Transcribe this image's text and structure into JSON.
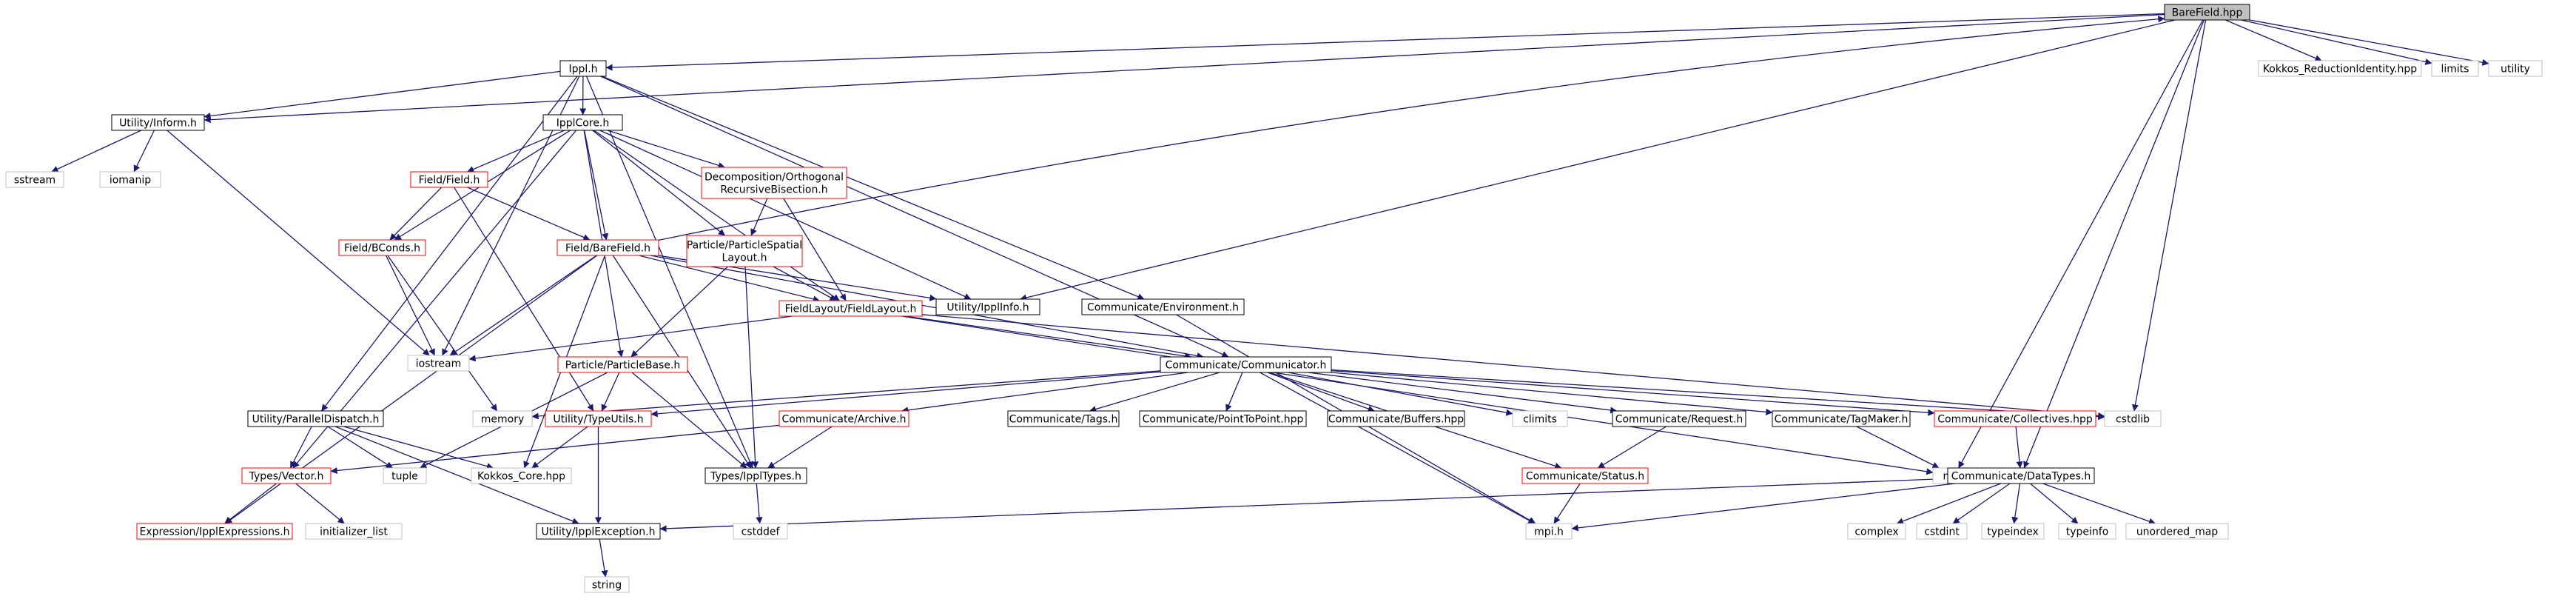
{
  "title": "BareField.hpp",
  "colors": {
    "edge": "#191970",
    "border_documented": "#000000",
    "border_truncated": "#ff0000",
    "border_external": "#bfbfbf",
    "root_fill": "#bfbfbf",
    "fill": "#ffffff"
  },
  "nodes": [
    {
      "id": "barefield_hpp",
      "label": "BareField.hpp",
      "kind": "root"
    },
    {
      "id": "ippl_h",
      "label": "Ippl.h",
      "kind": "documented"
    },
    {
      "id": "kokkos_reductionidentity",
      "label": "Kokkos_ReductionIdentity.hpp",
      "kind": "external"
    },
    {
      "id": "limits",
      "label": "limits",
      "kind": "external"
    },
    {
      "id": "utility",
      "label": "utility",
      "kind": "external"
    },
    {
      "id": "utility_inform",
      "label": "Utility/Inform.h",
      "kind": "documented"
    },
    {
      "id": "ipplcore",
      "label": "IpplCore.h",
      "kind": "documented"
    },
    {
      "id": "sstream",
      "label": "sstream",
      "kind": "external"
    },
    {
      "id": "iomanip",
      "label": "iomanip",
      "kind": "external"
    },
    {
      "id": "field_field",
      "label": "Field/Field.h",
      "kind": "truncated"
    },
    {
      "id": "decomp_orb",
      "label": "Decomposition/Orthogonal\nRecursiveBisection.h",
      "kind": "truncated"
    },
    {
      "id": "field_bconds",
      "label": "Field/BConds.h",
      "kind": "truncated"
    },
    {
      "id": "field_barefield",
      "label": "Field/BareField.h",
      "kind": "truncated"
    },
    {
      "id": "particle_spatial",
      "label": "Particle/ParticleSpatial\nLayout.h",
      "kind": "truncated"
    },
    {
      "id": "utility_ipplinfo",
      "label": "Utility/IpplInfo.h",
      "kind": "documented"
    },
    {
      "id": "comm_environment",
      "label": "Communicate/Environment.h",
      "kind": "documented"
    },
    {
      "id": "fieldlayout",
      "label": "FieldLayout/FieldLayout.h",
      "kind": "truncated"
    },
    {
      "id": "iostream",
      "label": "iostream",
      "kind": "external"
    },
    {
      "id": "comm_communicator",
      "label": "Communicate/Communicator.h",
      "kind": "documented"
    },
    {
      "id": "particle_base",
      "label": "Particle/ParticleBase.h",
      "kind": "truncated"
    },
    {
      "id": "memory",
      "label": "memory",
      "kind": "external"
    },
    {
      "id": "utility_parallel",
      "label": "Utility/ParallelDispatch.h",
      "kind": "documented"
    },
    {
      "id": "utility_typeutils",
      "label": "Utility/TypeUtils.h",
      "kind": "truncated"
    },
    {
      "id": "comm_archive",
      "label": "Communicate/Archive.h",
      "kind": "truncated"
    },
    {
      "id": "comm_tags",
      "label": "Communicate/Tags.h",
      "kind": "documented"
    },
    {
      "id": "comm_p2p",
      "label": "Communicate/PointToPoint.hpp",
      "kind": "documented"
    },
    {
      "id": "comm_buffers",
      "label": "Communicate/Buffers.hpp",
      "kind": "documented"
    },
    {
      "id": "climits",
      "label": "climits",
      "kind": "external"
    },
    {
      "id": "comm_request",
      "label": "Communicate/Request.h",
      "kind": "documented"
    },
    {
      "id": "comm_tagmaker",
      "label": "Communicate/TagMaker.h",
      "kind": "documented"
    },
    {
      "id": "comm_collectives",
      "label": "Communicate/Collectives.hpp",
      "kind": "truncated"
    },
    {
      "id": "cstdlib",
      "label": "cstdlib",
      "kind": "external"
    },
    {
      "id": "types_vector",
      "label": "Types/Vector.h",
      "kind": "truncated"
    },
    {
      "id": "tuple",
      "label": "tuple",
      "kind": "external"
    },
    {
      "id": "kokkos_core",
      "label": "Kokkos_Core.hpp",
      "kind": "external"
    },
    {
      "id": "types_ippltypes",
      "label": "Types/IpplTypes.h",
      "kind": "documented"
    },
    {
      "id": "comm_status",
      "label": "Communicate/Status.h",
      "kind": "truncated"
    },
    {
      "id": "map",
      "label": "map",
      "kind": "external"
    },
    {
      "id": "comm_datatypes",
      "label": "Communicate/DataTypes.h",
      "kind": "documented"
    },
    {
      "id": "expression",
      "label": "Expression/IpplExpressions.h",
      "kind": "truncated"
    },
    {
      "id": "initializer_list",
      "label": "initializer_list",
      "kind": "external"
    },
    {
      "id": "utility_exception",
      "label": "Utility/IpplException.h",
      "kind": "documented"
    },
    {
      "id": "cstddef",
      "label": "cstddef",
      "kind": "external"
    },
    {
      "id": "mpi_h",
      "label": "mpi.h",
      "kind": "external"
    },
    {
      "id": "complex",
      "label": "complex",
      "kind": "external"
    },
    {
      "id": "cstdint",
      "label": "cstdint",
      "kind": "external"
    },
    {
      "id": "typeindex",
      "label": "typeindex",
      "kind": "external"
    },
    {
      "id": "typeinfo",
      "label": "typeinfo",
      "kind": "external"
    },
    {
      "id": "unordered_map",
      "label": "unordered_map",
      "kind": "external"
    },
    {
      "id": "string",
      "label": "string",
      "kind": "external"
    }
  ],
  "edges": [
    [
      "barefield_hpp",
      "ippl_h"
    ],
    [
      "barefield_hpp",
      "kokkos_reductionidentity"
    ],
    [
      "barefield_hpp",
      "limits"
    ],
    [
      "barefield_hpp",
      "utility"
    ],
    [
      "barefield_hpp",
      "utility_inform"
    ],
    [
      "barefield_hpp",
      "utility_ipplinfo"
    ],
    [
      "barefield_hpp",
      "cstdlib"
    ],
    [
      "barefield_hpp",
      "map"
    ],
    [
      "barefield_hpp",
      "comm_datatypes"
    ],
    [
      "ippl_h",
      "utility_inform"
    ],
    [
      "ippl_h",
      "ipplcore"
    ],
    [
      "ippl_h",
      "iostream"
    ],
    [
      "ippl_h",
      "utility_parallel"
    ],
    [
      "ippl_h",
      "types_ippltypes"
    ],
    [
      "ippl_h",
      "comm_environment"
    ],
    [
      "ippl_h",
      "comm_communicator"
    ],
    [
      "utility_inform",
      "sstream"
    ],
    [
      "utility_inform",
      "iomanip"
    ],
    [
      "utility_inform",
      "iostream"
    ],
    [
      "ipplcore",
      "field_field"
    ],
    [
      "ipplcore",
      "decomp_orb"
    ],
    [
      "ipplcore",
      "field_bconds"
    ],
    [
      "ipplcore",
      "field_barefield"
    ],
    [
      "ipplcore",
      "particle_spatial"
    ],
    [
      "ipplcore",
      "utility_ipplinfo"
    ],
    [
      "ipplcore",
      "fieldlayout"
    ],
    [
      "ipplcore",
      "particle_base"
    ],
    [
      "ipplcore",
      "types_vector"
    ],
    [
      "field_field",
      "field_bconds"
    ],
    [
      "field_field",
      "field_barefield"
    ],
    [
      "field_field",
      "utility_typeutils"
    ],
    [
      "field_bconds",
      "iostream"
    ],
    [
      "field_bconds",
      "memory"
    ],
    [
      "decomp_orb",
      "particle_spatial"
    ],
    [
      "decomp_orb",
      "fieldlayout"
    ],
    [
      "field_barefield",
      "barefield_hpp"
    ],
    [
      "field_barefield",
      "fieldlayout"
    ],
    [
      "field_barefield",
      "utility_ipplinfo"
    ],
    [
      "field_barefield",
      "iostream"
    ],
    [
      "field_barefield",
      "comm_communicator"
    ],
    [
      "field_barefield",
      "kokkos_core"
    ],
    [
      "field_barefield",
      "types_ippltypes"
    ],
    [
      "field_barefield",
      "expression"
    ],
    [
      "particle_spatial",
      "fieldlayout"
    ],
    [
      "particle_spatial",
      "particle_base"
    ],
    [
      "particle_spatial",
      "types_ippltypes"
    ],
    [
      "fieldlayout",
      "iostream"
    ],
    [
      "fieldlayout",
      "comm_communicator"
    ],
    [
      "fieldlayout",
      "cstdlib"
    ],
    [
      "fieldlayout",
      "map"
    ],
    [
      "comm_environment",
      "mpi_h"
    ],
    [
      "comm_communicator",
      "memory"
    ],
    [
      "comm_communicator",
      "utility_typeutils"
    ],
    [
      "comm_communicator",
      "comm_archive"
    ],
    [
      "comm_communicator",
      "comm_tags"
    ],
    [
      "comm_communicator",
      "comm_p2p"
    ],
    [
      "comm_communicator",
      "comm_buffers"
    ],
    [
      "comm_communicator",
      "climits"
    ],
    [
      "comm_communicator",
      "comm_request"
    ],
    [
      "comm_communicator",
      "comm_tagmaker"
    ],
    [
      "comm_communicator",
      "comm_collectives"
    ],
    [
      "comm_communicator",
      "cstdlib"
    ],
    [
      "comm_communicator",
      "mpi_h"
    ],
    [
      "comm_communicator",
      "comm_status"
    ],
    [
      "particle_base",
      "tuple"
    ],
    [
      "particle_base",
      "utility_typeutils"
    ],
    [
      "particle_base",
      "types_ippltypes"
    ],
    [
      "utility_typeutils",
      "kokkos_core"
    ],
    [
      "utility_typeutils",
      "utility_exception"
    ],
    [
      "utility_parallel",
      "types_vector"
    ],
    [
      "utility_parallel",
      "tuple"
    ],
    [
      "utility_parallel",
      "kokkos_core"
    ],
    [
      "utility_parallel",
      "utility_exception"
    ],
    [
      "comm_archive",
      "types_vector"
    ],
    [
      "comm_archive",
      "types_ippltypes"
    ],
    [
      "types_vector",
      "expression"
    ],
    [
      "types_vector",
      "initializer_list"
    ],
    [
      "types_ippltypes",
      "cstddef"
    ],
    [
      "comm_request",
      "comm_status"
    ],
    [
      "comm_tagmaker",
      "map"
    ],
    [
      "comm_collectives",
      "comm_datatypes"
    ],
    [
      "comm_status",
      "mpi_h"
    ],
    [
      "comm_datatypes",
      "utility_exception"
    ],
    [
      "comm_datatypes",
      "mpi_h"
    ],
    [
      "comm_datatypes",
      "complex"
    ],
    [
      "comm_datatypes",
      "cstdint"
    ],
    [
      "comm_datatypes",
      "typeindex"
    ],
    [
      "comm_datatypes",
      "typeinfo"
    ],
    [
      "comm_datatypes",
      "unordered_map"
    ],
    [
      "utility_exception",
      "string"
    ]
  ]
}
